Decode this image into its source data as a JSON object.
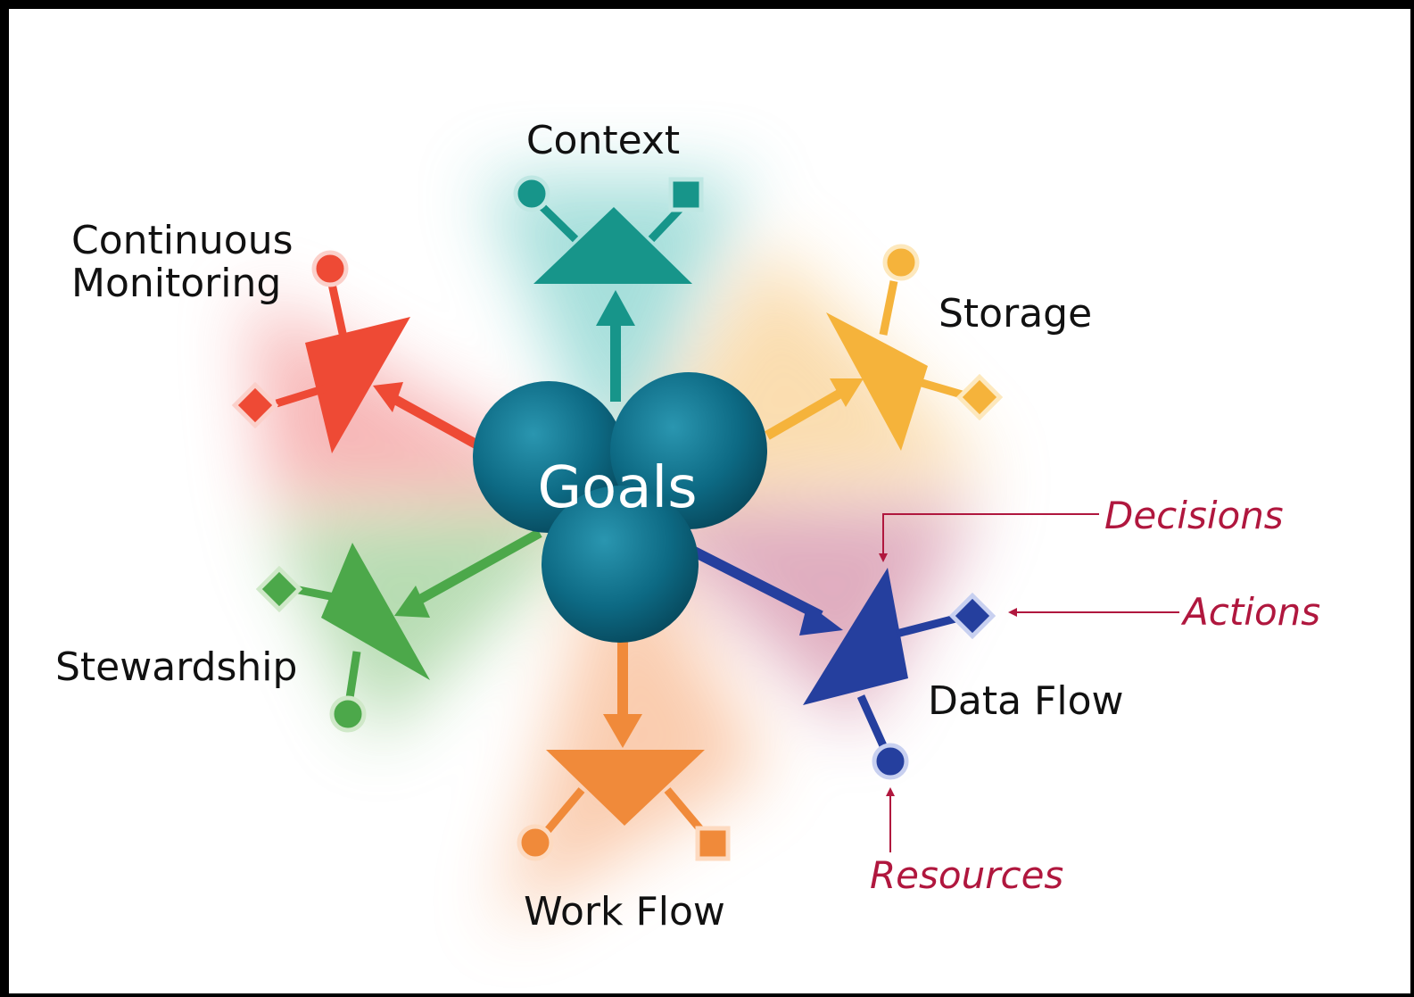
{
  "center": {
    "label": "Goals",
    "color": "#0f6f88"
  },
  "nodes": [
    {
      "key": "context",
      "label": "Context",
      "color": "#17958a"
    },
    {
      "key": "storage",
      "label": "Storage",
      "color": "#f5b33b"
    },
    {
      "key": "data-flow",
      "label": "Data Flow",
      "color": "#253f9e"
    },
    {
      "key": "work-flow",
      "label": "Work Flow",
      "color": "#f08a3a"
    },
    {
      "key": "stewardship",
      "label": "Stewardship",
      "color": "#4ca84a"
    },
    {
      "key": "continuous-monitoring",
      "label_lines": [
        "Continuous",
        "Monitoring"
      ],
      "color": "#ee4a35"
    }
  ],
  "annotations": {
    "decisions": "Decisions",
    "actions": "Actions",
    "resources": "Resources",
    "color": "#b0173e"
  },
  "icons": [
    "circle-connector-icon",
    "square-connector-icon",
    "arrow-icon"
  ]
}
